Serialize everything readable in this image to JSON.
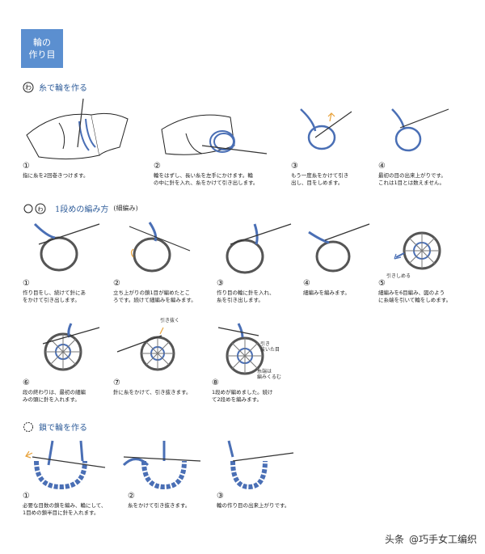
{
  "badge": {
    "line1": "輪の",
    "line2": "作り目"
  },
  "sections": [
    {
      "title": "糸で輪を作る",
      "subtitle": ""
    },
    {
      "title": "1段めの編み方",
      "subtitle": "(細編み)"
    },
    {
      "title": "鎖で輪を作る",
      "subtitle": ""
    }
  ],
  "steps": [
    {
      "num": "①",
      "caption": "指に糸を2回巻きつけます。"
    },
    {
      "num": "②",
      "caption": "輪をはずし、長い糸を左手にかけます。輪\nの中に針を入れ、糸をかけて引き出します。"
    },
    {
      "num": "③",
      "caption": "もう一度糸をかけて引き\n出し、目をしめます。"
    },
    {
      "num": "④",
      "caption": "最初の目の出来上がりです。\nこれは1目とは数えません。"
    },
    {
      "num": "①",
      "caption": "作り目をし、続けて針にあ\nをかけて引き出します。"
    },
    {
      "num": "②",
      "caption": "立ち上がりの鎖1目が編めたとこ\nろです。続けて細編みを編みます。"
    },
    {
      "num": "③",
      "caption": "作り目の輪に針を入れ、\n糸を引き出します。"
    },
    {
      "num": "④",
      "caption": "細編みを編みます。"
    },
    {
      "num": "⑤",
      "caption": "細編みを6目編み、図のよう\nに糸端を引いて輪をしめます。"
    },
    {
      "num": "⑥",
      "caption": "段の終わりは、最初の細編\nみの頭に針を入れます。"
    },
    {
      "num": "⑦",
      "caption": "針に糸をかけて、引き抜きます。"
    },
    {
      "num": "⑧",
      "caption": "1段めが編めました。続け\nて2段めを編みます。"
    },
    {
      "num": "①",
      "caption": "必要な目数の鎖を編み、輪にして、\n1目めの鎖半目に針を入れます。"
    },
    {
      "num": "②",
      "caption": "糸をかけて引き抜きます。"
    },
    {
      "num": "③",
      "caption": "輪の作り目の出来上がりです。"
    }
  ],
  "annotations": {
    "pull_tight": "引きしめる",
    "pull_through": "引き抜く",
    "pulled_stitch": "引き\n抜いた目",
    "yarn_end_wrap": "糸端は\n編みくるむ"
  },
  "watermark": {
    "brand": "头条",
    "handle": "@巧手女工编织"
  },
  "colors": {
    "accent": "#5b8fd0",
    "yarn_blue": "#4a6fb5",
    "arrow": "#e8a23a"
  }
}
